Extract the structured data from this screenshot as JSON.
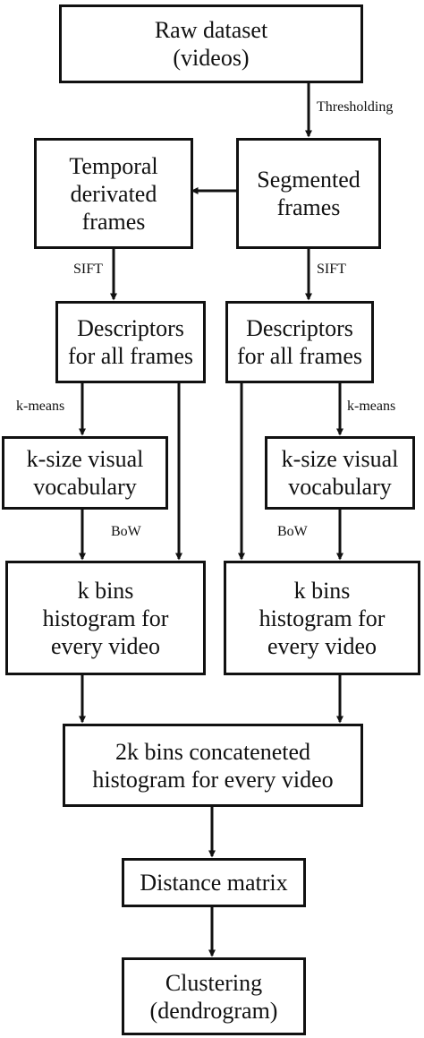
{
  "nodes": {
    "raw_dataset": [
      "Raw dataset",
      "(videos)"
    ],
    "temporal": [
      "Temporal",
      "derivated",
      "frames"
    ],
    "segmented": [
      "Segmented",
      "frames"
    ],
    "desc_left": [
      "Descriptors",
      "for all frames"
    ],
    "desc_right": [
      "Descriptors",
      "for all frames"
    ],
    "vocab_left": [
      "k-size visual",
      "vocabulary"
    ],
    "vocab_right": [
      "k-size visual",
      "vocabulary"
    ],
    "hist_left": [
      "k bins",
      "histogram for",
      "every video"
    ],
    "hist_right": [
      "k bins",
      "histogram for",
      "every video"
    ],
    "concat": [
      "2k bins concateneted",
      "histogram for every video"
    ],
    "distance": [
      "Distance matrix"
    ],
    "clustering": [
      "Clustering",
      "(dendrogram)"
    ]
  },
  "edge_labels": {
    "thresholding": "Thresholding",
    "sift_left": "SIFT",
    "sift_right": "SIFT",
    "kmeans_left": "k-means",
    "kmeans_right": "k-means",
    "bow_left": "BoW",
    "bow_right": "BoW"
  }
}
